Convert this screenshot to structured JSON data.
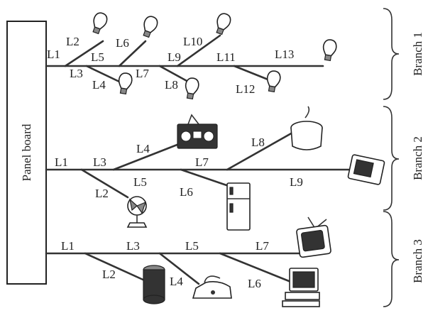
{
  "panel": {
    "label": "Panel board"
  },
  "branches": [
    {
      "label": "Branch 1",
      "lines": [
        "L1",
        "L2",
        "L5",
        "L3",
        "L4",
        "L6",
        "L7",
        "L8",
        "L9",
        "L10",
        "L11",
        "L12",
        "L13"
      ]
    },
    {
      "label": "Branch 2",
      "lines": [
        "L1",
        "L3",
        "L4",
        "L5",
        "L2",
        "L6",
        "L7",
        "L8",
        "L9"
      ]
    },
    {
      "label": "Branch 3",
      "lines": [
        "L1",
        "L3",
        "L5",
        "L7",
        "L2",
        "L4",
        "L6"
      ]
    }
  ],
  "icons": {
    "bulb": "light-bulb-icon",
    "radio": "radio-cassette-icon",
    "fan": "electric-fan-icon",
    "fridge": "refrigerator-icon",
    "cooker": "rice-cooker-icon",
    "microwave": "microwave-oven-icon",
    "tv": "television-icon",
    "heater": "water-heater-icon",
    "iron": "electric-iron-icon",
    "computer": "computer-icon"
  }
}
